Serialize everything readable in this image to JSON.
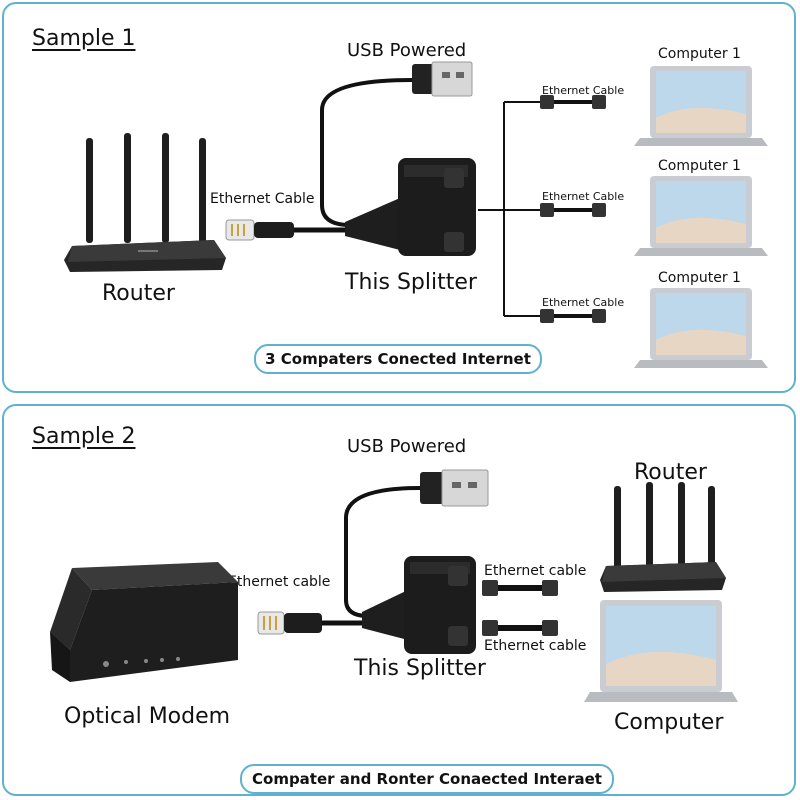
{
  "sample1": {
    "title": "Sample 1",
    "usb_label": "USB Powered",
    "router_label": "Router",
    "splitter_label": "This Splitter",
    "input_cable_label": "Ethernet Cable",
    "outputs": [
      {
        "cable_label": "Ethernet Cable",
        "device_label": "Computer 1"
      },
      {
        "cable_label": "Ethernet Cable",
        "device_label": "Computer 1"
      },
      {
        "cable_label": "Ethernet Cable",
        "device_label": "Computer 1"
      }
    ],
    "caption": "3 Compaters Conected Internet"
  },
  "sample2": {
    "title": "Sample 2",
    "usb_label": "USB Powered",
    "modem_label": "Optical Modem",
    "splitter_label": "This Splitter",
    "input_cable_label": "Ethernet cable",
    "output_cable_label_1": "Ethernet cable",
    "output_cable_label_2": "Ethernet cable",
    "router_label": "Router",
    "computer_label": "Computer",
    "caption": "Compater and Ronter Conaected Interaet"
  },
  "colors": {
    "panel_border": "#5fb2cf",
    "device_body": "#1e1e1e",
    "cable": "#111111",
    "laptop_silver": "#c9ccd1",
    "screen_sky": "#bcd8ea"
  }
}
